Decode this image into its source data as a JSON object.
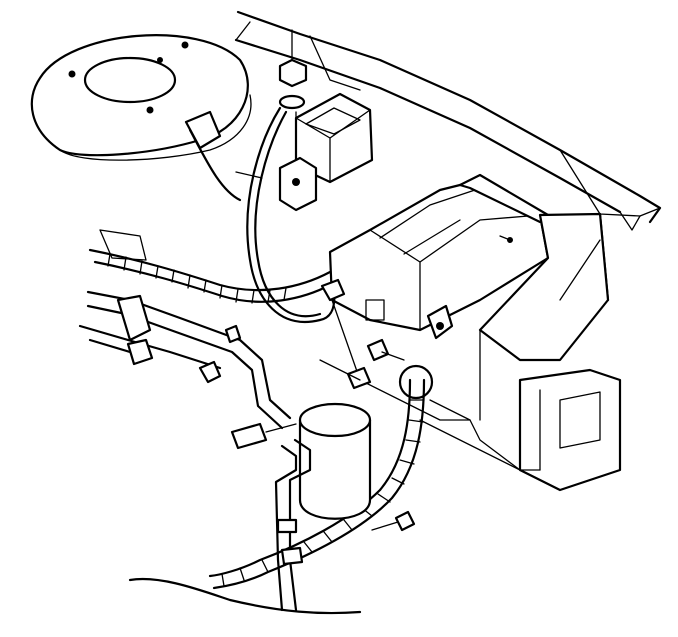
{
  "figure": {
    "parts": [
      "strut-tower",
      "fender-panel",
      "relay-module",
      "mounting-nut",
      "heater-blower-module",
      "blower-motor-housing",
      "accumulator-canister",
      "wiring-harness",
      "refrigerant-lines",
      "ground-strap",
      "bolt",
      "connector"
    ]
  }
}
